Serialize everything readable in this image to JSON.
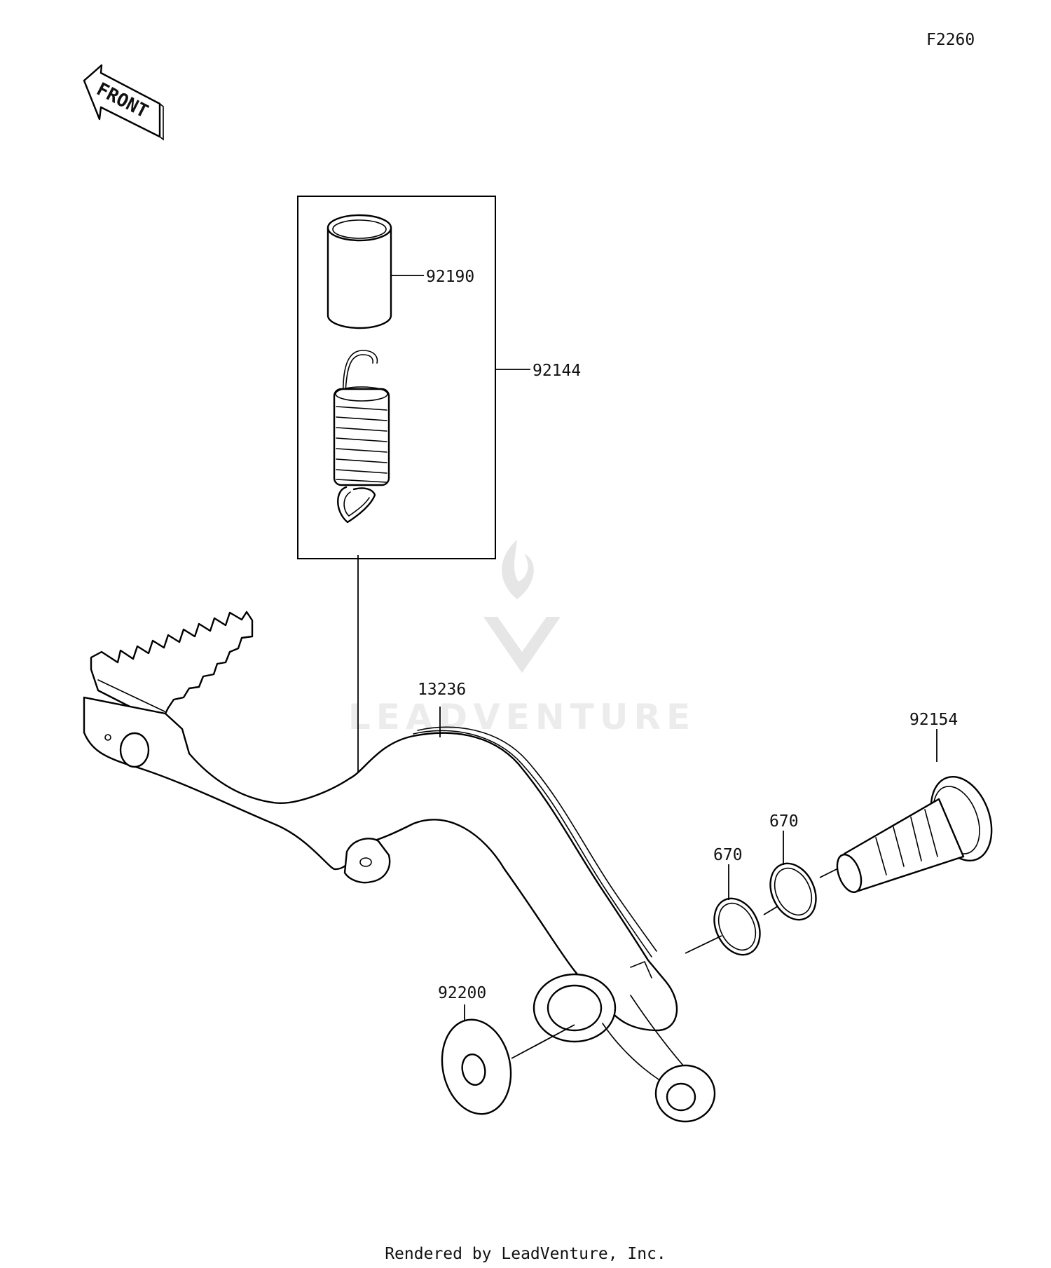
{
  "diagram_code": "F2260",
  "front_label": "FRONT",
  "watermark": "LEADVENTURE",
  "footer": "Rendered by LeadVenture, Inc.",
  "callouts": {
    "bushing": "92190",
    "spring_kit": "92144",
    "brake_pedal": "13236",
    "pivot_bolt": "92154",
    "oring_outer": "670",
    "oring_inner": "670",
    "washer": "92200"
  }
}
